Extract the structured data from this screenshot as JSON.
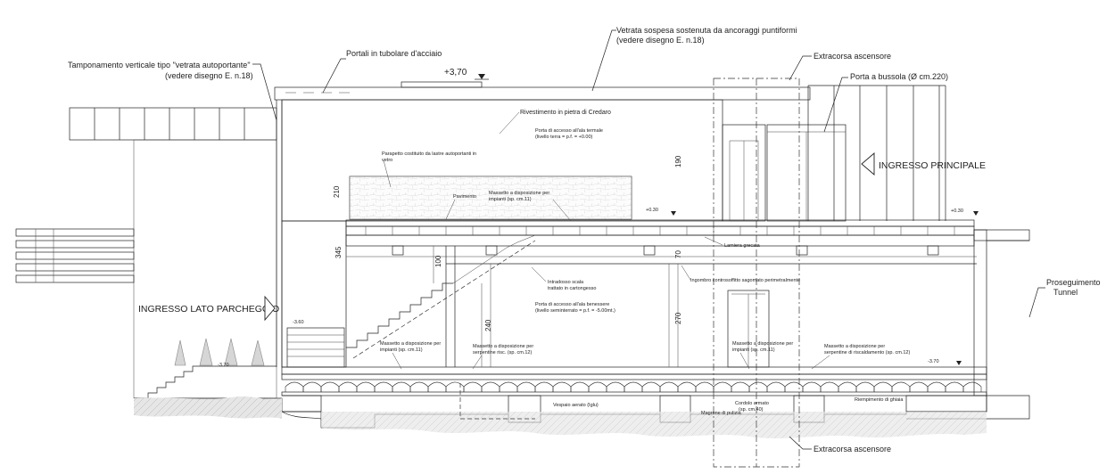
{
  "labels": {
    "tamponamento_1": "Tamponamento verticale tipo \"vetrata autoportante\"",
    "tamponamento_2": "(vedere disegno E. n.18)",
    "portali": "Portali in tubolare d'acciaio",
    "vetrata_1": "Vetrata sospesa sostenuta da ancoraggi puntiformi",
    "vetrata_2": "(vedere disegno E. n.18)",
    "extracorsa_top": "Extracorsa ascensore",
    "extracorsa_bottom": "Extracorsa ascensore",
    "porta_bussola": "Porta a bussola (Ø cm.220)",
    "rivestimento": "Rivestimento in pietra di Credaro",
    "porta_accesso_top_1": "Porta di accesso all'ala termale",
    "porta_accesso_top_2": "(livello terra = p.f. = +0.00)",
    "parapetto_1": "Parapetto costituito da lastre autoportanti in",
    "parapetto_2": "vetro",
    "mancorrente": "Pavimento",
    "massetto_upper_1": "Massetto a disposizione per",
    "massetto_upper_2": "impianti (sp. cm.11)",
    "ingresso_principale": "INGRESSO PRINCIPALE",
    "ingresso_parcheggio": "INGRESSO LATO PARCHEGGIO",
    "lamiera": "Lamiera grecata",
    "intradosso_1": "Intradosso scala",
    "intradosso_2": "trattato in cartongesso",
    "ingombro": "Ingombro controsoffitto sagomato perimetralmente",
    "porta_benessere_1": "Porta di accesso all'ala benessere",
    "porta_benessere_2": "(livello seminterrato = p.f. = -5.00mt.)",
    "proseguimento_1": "Proseguimento",
    "proseguimento_2": "Tunnel",
    "mass_a_1": "Massetto a disposizione per",
    "mass_a_2": "impianti (sp. cm.11)",
    "mass_b_1": "Massetto a disposizione per",
    "mass_b_2": "serpentine risc. (sp. cm.12)",
    "mass_c_1": "Massetto a disposizione per",
    "mass_c_2": "impianti (sp. cm.11)",
    "mass_d_1": "Massetto a disposizione per",
    "mass_d_2": "serpentine di riscaldamento (sp. cm.12)",
    "vespaio": "Vespaio aerato (Iglu)",
    "magrone": "Magrone di pulizia",
    "cordolo_1": "Cordolo armato",
    "cordolo_2": "(sp. cm.40)",
    "riempimento": "Riempimento di ghiaia"
  },
  "dimensions": {
    "top_level": "+3,70",
    "upper_floor": "+0.30",
    "upper_floor_right": "+0.30",
    "lower_left": "-3.70",
    "lower_right": "-3.70",
    "lower_mid": "-3.60",
    "h100": "100",
    "h345": "345",
    "h210": "210",
    "h240": "240",
    "h270": "270",
    "h70": "70",
    "h190": "190"
  },
  "colors": {
    "line": "#222222",
    "stone_fill": "#f4f4f4",
    "glass_fill": "#d9d9d9",
    "ground_fill": "#ececec"
  }
}
